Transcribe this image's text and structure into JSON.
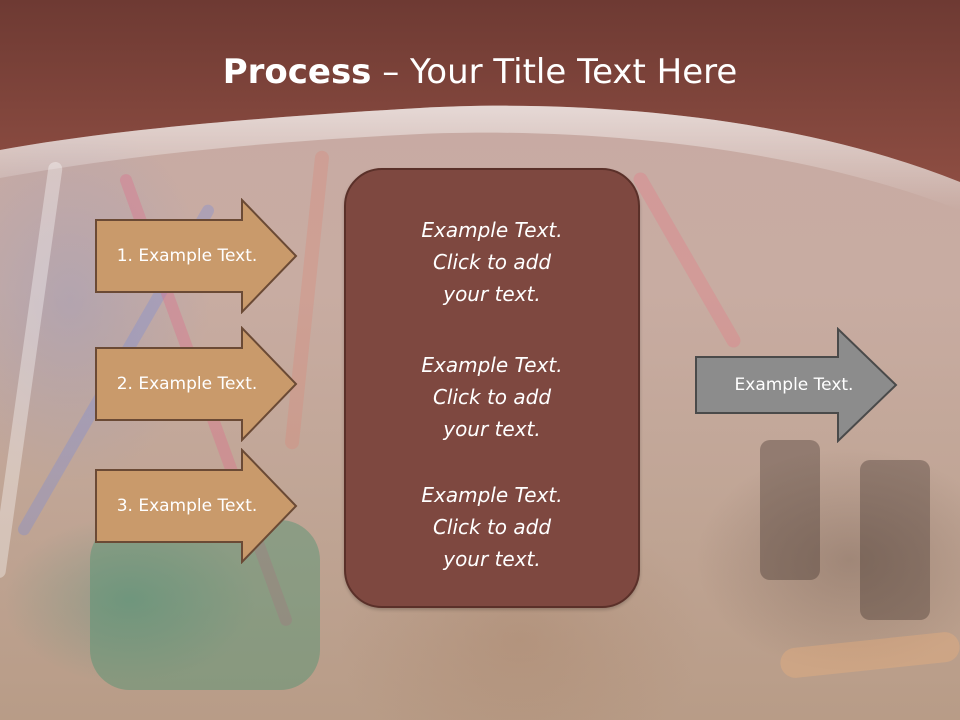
{
  "title": {
    "bold": "Process",
    "rest": " – Your Title Text Here"
  },
  "steps": [
    {
      "label": "1. Example Text."
    },
    {
      "label": "2. Example Text."
    },
    {
      "label": "3. Example Text."
    }
  ],
  "center_box": {
    "blocks": [
      {
        "line1": "Example Text.",
        "line2": "Click  to add",
        "line3": "your text."
      },
      {
        "line1": "Example Text.",
        "line2": "Click  to add",
        "line3": "your text."
      },
      {
        "line1": "Example Text.",
        "line2": "Click  to add",
        "line3": "your text."
      }
    ]
  },
  "result": {
    "label": "Example Text."
  },
  "colors": {
    "header": "#7a3f36",
    "step_arrow": "#c99a6b",
    "center_box": "#7e4840",
    "result_arrow": "#8c8c8c"
  }
}
